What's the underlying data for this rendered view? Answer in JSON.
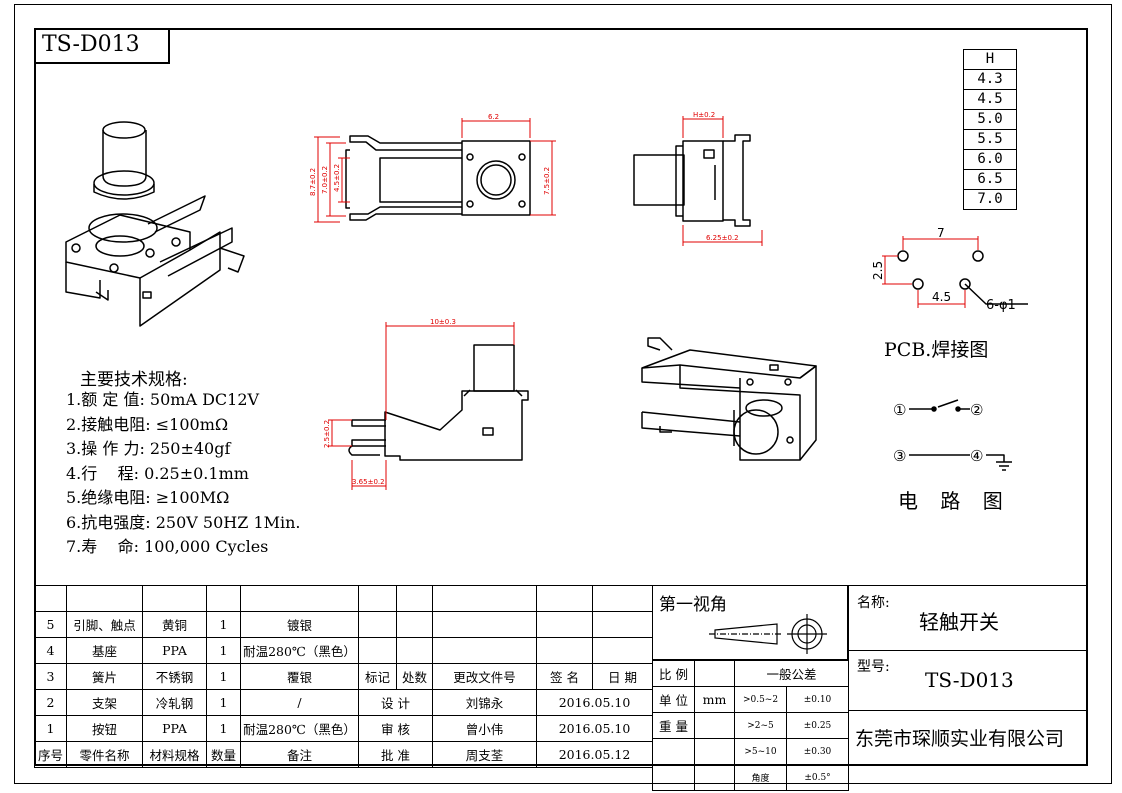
{
  "header": {
    "model_code": "TS-D013"
  },
  "height_table": {
    "header": "H",
    "values": [
      "4.3",
      "4.5",
      "5.0",
      "5.5",
      "6.0",
      "6.5",
      "7.0"
    ]
  },
  "dimensions": {
    "top_width": "6.2",
    "pin_span": "8.7±0.2",
    "body_inner": "7.0±0.2",
    "pin_spacing": "4.5±0.2",
    "body_height": "7.5±0.2",
    "h_dim": "H±0.2",
    "bottom_depth": "6.25±0.2",
    "side_length": "10±0.3",
    "side_height": "2.5±0.2",
    "side_offset": "3.65±0.2"
  },
  "pcb": {
    "width_label": "7",
    "height_label": "2.5",
    "spacing_label": "4.5",
    "hole_label": "6-φ1",
    "caption": "PCB.焊接图"
  },
  "circuit": {
    "n1": "①",
    "n2": "②",
    "n3": "③",
    "n4": "④",
    "caption": "电 路 图"
  },
  "specs": {
    "title": "主要技术规格:",
    "items": [
      "1.额 定 值: 50mA DC12V",
      "2.接触电阻: ≤100mΩ",
      "3.操 作 力: 250±40gf",
      "4.行    程: 0.25±0.1mm",
      "5.绝缘电阻: ≥100MΩ",
      "6.抗电强度: 250V 50HZ 1Min.",
      "7.寿    命: 100,000 Cycles"
    ]
  },
  "parts_table": {
    "rows": [
      {
        "no": "5",
        "name": "引脚、触点",
        "material": "黄铜",
        "qty": "1",
        "note": "镀银"
      },
      {
        "no": "4",
        "name": "基座",
        "material": "PPA",
        "qty": "1",
        "note": "耐温280℃（黑色）"
      },
      {
        "no": "3",
        "name": "簧片",
        "material": "不锈钢",
        "qty": "1",
        "note": "覆银"
      },
      {
        "no": "2",
        "name": "支架",
        "material": "冷轧钢",
        "qty": "1",
        "note": "/"
      },
      {
        "no": "1",
        "name": "按钮",
        "material": "PPA",
        "qty": "1",
        "note": "耐温280℃（黑色）"
      }
    ],
    "header": {
      "no": "序号",
      "name": "零件名称",
      "material": "材料规格",
      "qty": "数量",
      "note": "备注"
    }
  },
  "revision": {
    "headers": [
      "标记",
      "处数",
      "更改文件号",
      "签 名",
      "日 期"
    ],
    "design_label": "设 计",
    "designer": "刘锦永",
    "design_date": "2016.05.10",
    "review_label": "审 核",
    "reviewer": "曾小伟",
    "review_date": "2016.05.10",
    "approve_label": "批 准",
    "approver": "周支荃",
    "approve_date": "2016.05.12"
  },
  "projection": {
    "label": "第一视角"
  },
  "tolerance": {
    "scale_label": "比 例",
    "unit_label": "单 位",
    "unit_value": "mm",
    "weight_label": "重 量",
    "general_label": "一般公差",
    "rows": [
      {
        "range": ">0.5~2",
        "tol": "±0.10"
      },
      {
        "range": ">2~5",
        "tol": "±0.25"
      },
      {
        "range": ">5~10",
        "tol": "±0.30"
      },
      {
        "range": "角度",
        "tol": "±0.5°"
      }
    ]
  },
  "title_block": {
    "name_label": "名称:",
    "name_value": "轻触开关",
    "model_label": "型号:",
    "model_value": "TS-D013",
    "company": "东莞市琛顺实业有限公司"
  },
  "colors": {
    "dimension": "#e00000",
    "ink": "#000000"
  }
}
